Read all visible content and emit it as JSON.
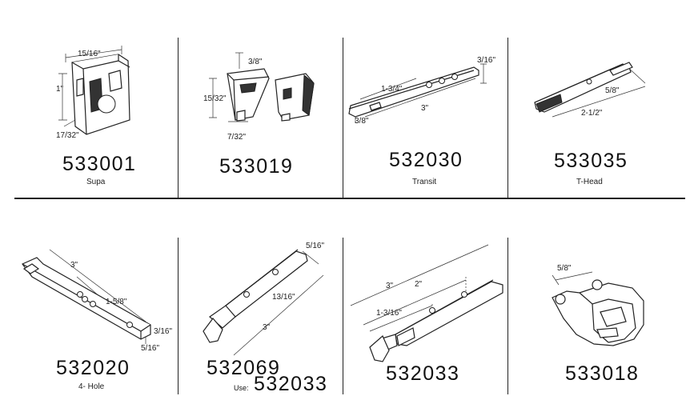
{
  "top_row": [
    {
      "part_number": "533001",
      "name": "Supa",
      "icon": "supa-balance-shoe-drawing",
      "dimensions": [
        "15/16\"",
        "1\"",
        "17/32\""
      ]
    },
    {
      "part_number": "533019",
      "name": "",
      "icon": "tapered-block-clip-drawing",
      "dimensions": [
        "3/8\"",
        "15/32\"",
        "7/32\""
      ]
    },
    {
      "part_number": "532030",
      "name": "Transit",
      "icon": "transit-bar-drawing",
      "dimensions": [
        "3/16\"",
        "1-3/4\"",
        "3\"",
        "3/8\""
      ]
    },
    {
      "part_number": "533035",
      "name": "T-Head",
      "icon": "t-head-bar-drawing",
      "dimensions": [
        "5/8\"",
        "2-1/2\""
      ]
    }
  ],
  "bottom_row": [
    {
      "part_number": "532020",
      "name": "4- Hole",
      "icon": "four-hole-bar-drawing",
      "dimensions": [
        "3\"",
        "1-5/8\"",
        "3/16\"",
        "5/16\""
      ]
    },
    {
      "part_number": "532069",
      "name": "",
      "icon": "t-end-bar-drawing",
      "dimensions": [
        "5/16\"",
        "13/16\"",
        "3\""
      ],
      "use_label": "Use:",
      "use_part_number": "532033"
    },
    {
      "part_number": "532033",
      "name": "",
      "icon": "stepped-t-end-bar-drawing",
      "dimensions": [
        "3\"",
        "2\"",
        "1-3/16\""
      ]
    },
    {
      "part_number": "533018",
      "name": "",
      "icon": "curved-shoe-drawing",
      "dimensions": [
        "5/8\""
      ]
    }
  ]
}
